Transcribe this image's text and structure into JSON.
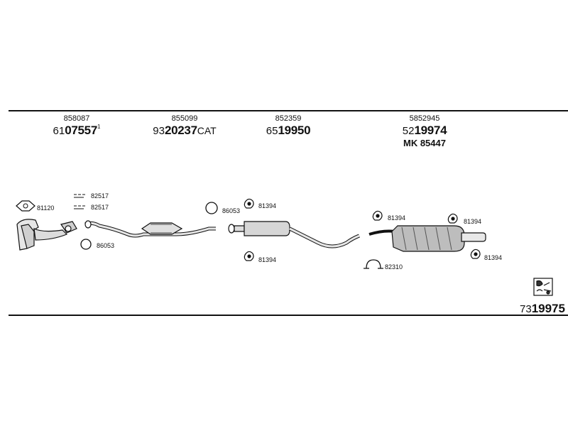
{
  "columns": [
    {
      "oem": "858087",
      "prefix": "61",
      "number": "07557",
      "suffix": "",
      "superscript": "1"
    },
    {
      "oem": "855099",
      "prefix": "93",
      "number": "20237",
      "suffix": "CAT",
      "superscript": ""
    },
    {
      "oem": "852359",
      "prefix": "65",
      "number": "19950",
      "suffix": "",
      "superscript": ""
    },
    {
      "oem": "5852945",
      "prefix": "52",
      "number": "19974",
      "suffix": "",
      "superscript": "",
      "mount_kit": "MK  85447"
    }
  ],
  "parts": {
    "gasket_manifold": "81120",
    "bolt_a": "82517",
    "bolt_b": "82517",
    "ring_a": "86053",
    "ring_b": "86053",
    "hanger_mid_top": "81394",
    "hanger_mid_bottom": "81394",
    "hanger_rear_left": "81394",
    "hanger_rear_right_top": "81394",
    "hanger_rear_right_bottom": "81394",
    "clamp": "82310"
  },
  "footer": {
    "prefix": "73",
    "number": "19975"
  },
  "colors": {
    "line": "#111111",
    "part_fill": "#d8d8d8",
    "part_dark": "#555555"
  }
}
